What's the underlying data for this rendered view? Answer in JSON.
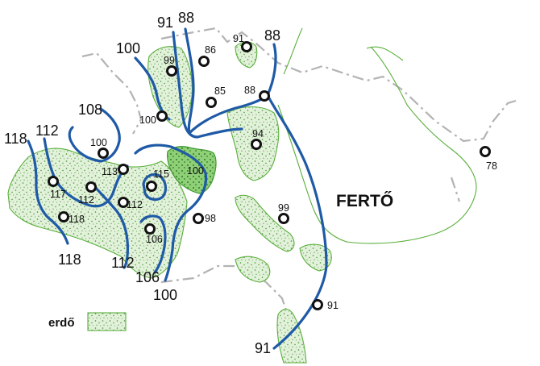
{
  "lake_label": "FERTŐ",
  "legend": {
    "label": "erdő"
  },
  "colors": {
    "isoline": "#1f5aa6",
    "forest_fill": "#dff0d6",
    "forest_outline": "#5aaf3c",
    "border": "#b3b3b3"
  },
  "isoline_labels": [
    "91",
    "88",
    "100",
    "108",
    "112",
    "118",
    "118",
    "112",
    "106",
    "100",
    "88",
    "91"
  ],
  "wells": [
    {
      "label": "91"
    },
    {
      "label": "99"
    },
    {
      "label": "86"
    },
    {
      "label": "85"
    },
    {
      "label": "100"
    },
    {
      "label": "88"
    },
    {
      "label": "94"
    },
    {
      "label": "100"
    },
    {
      "label": "113"
    },
    {
      "label": "115"
    },
    {
      "label": "117"
    },
    {
      "label": "112"
    },
    {
      "label": "112"
    },
    {
      "label": "118"
    },
    {
      "label": "106"
    },
    {
      "label": "98"
    },
    {
      "label": "99"
    },
    {
      "label": "78"
    },
    {
      "label": "91"
    }
  ],
  "town_label": "100"
}
